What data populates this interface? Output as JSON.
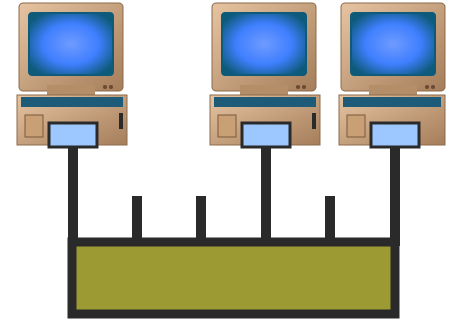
{
  "diagram": {
    "type": "network-hub-topology",
    "computers": [
      {
        "name": "computer-1",
        "connected": true
      },
      {
        "name": "computer-2",
        "connected": true
      },
      {
        "name": "computer-3",
        "connected": true
      }
    ],
    "hub": {
      "total_ports": 6,
      "occupied_ports": 3,
      "empty_ports": 3
    },
    "colors": {
      "monitor_case": "#c9a27e",
      "monitor_case_shadow": "#a07a58",
      "screen_outer": "#0d5a7a",
      "screen_inner": "#3f7fff",
      "cpu_body": "#d8b28e",
      "cpu_panel": "#1e5b78",
      "nic": "#9cc8ff",
      "cable": "#2a2a2a",
      "hub_fill": "#9c9a32",
      "hub_border": "#2a2a2a"
    }
  }
}
